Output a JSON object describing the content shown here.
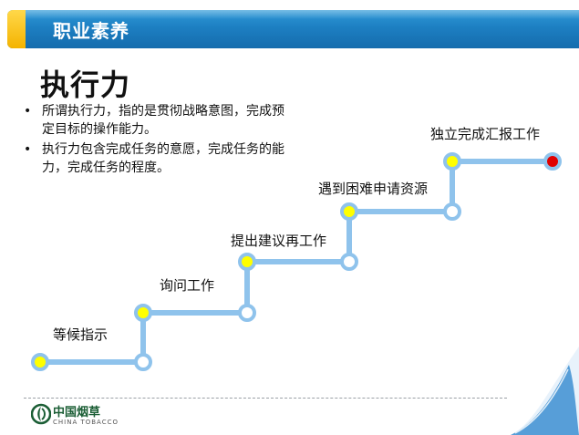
{
  "header": {
    "title": "职业素养"
  },
  "main": {
    "title": "执行力",
    "bullets": [
      "所谓执行力，指的是贯彻战略意图，完成预定目标的操作能力。",
      "执行力包含完成任务的意愿，完成任务的能力，完成任务的程度。"
    ]
  },
  "steps": [
    {
      "label": "等候指示"
    },
    {
      "label": "询问工作"
    },
    {
      "label": "提出建议再工作"
    },
    {
      "label": "遇到困难申请资源"
    },
    {
      "label": "独立完成汇报工作"
    }
  ],
  "footer": {
    "logo_cn": "中国烟草",
    "logo_en": "CHINA TOBACCO"
  },
  "colors": {
    "header_blue": "#1d7fc2",
    "accent_yellow": "#f4b300",
    "stair_line": "#8fc3ec",
    "node_yellow": "#ffff00",
    "node_red": "#e00000",
    "logo_green": "#1b5e35"
  }
}
